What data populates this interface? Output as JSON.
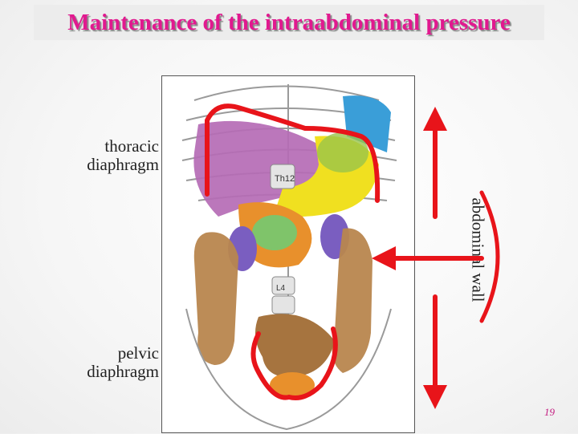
{
  "title": "Maintenance of the intraabdominal pressure",
  "labels": {
    "thoracic": "thoracic diaphragm",
    "pelvic": "pelvic diaphragm",
    "abdominal_wall": "abdominal wall"
  },
  "anatomy_labels": {
    "th12": "Th12",
    "l4": "L4"
  },
  "page_number": "19",
  "colors": {
    "title": "#e1198f",
    "arrows": "#e8141a",
    "liver": "#b56bb5",
    "stomach": "#f0e020",
    "spleen": "#3a9ed8",
    "colon": "#b8864e",
    "duodenum": "#e8902c",
    "pancreas": "#7fc46a"
  }
}
